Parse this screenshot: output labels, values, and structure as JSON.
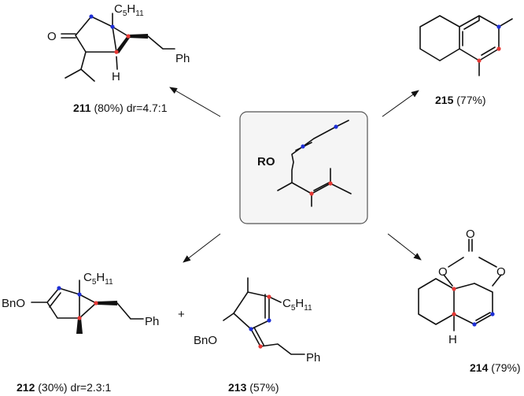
{
  "colors": {
    "red_atom": "#e53935",
    "blue_atom": "#1e2fd6",
    "ink": "#111111",
    "box_fill": "#f5f5f5",
    "box_stroke": "#555555"
  },
  "substrate": {
    "ro": "RO"
  },
  "cmpd211": {
    "o": "O",
    "c": "C",
    "c_sub": "5",
    "h11": "H",
    "h11_sub": "11",
    "h": "H",
    "ph": "Ph",
    "cap_num": "211",
    "cap_rest": " (80%) dr=4.7:1"
  },
  "cmpd215": {
    "cap_num": "215",
    "cap_rest": " (77%)"
  },
  "cmpd212": {
    "bno": "BnO",
    "c": "C",
    "c_sub": "5",
    "h11": "H",
    "h11_sub": "11",
    "ph": "Ph",
    "cap_num": "212",
    "cap_rest": " (30%) dr=2.3:1"
  },
  "plus": "+",
  "cmpd213": {
    "bno": "BnO",
    "c": "C",
    "c_sub": "5",
    "h11": "H",
    "h11_sub": "11",
    "ph": "Ph",
    "cap_num": "213",
    "cap_rest": " (57%)"
  },
  "cmpd214": {
    "o_top": "O",
    "o_left": "O",
    "o_right": "O",
    "h": "H",
    "cap_num": "214",
    "cap_rest": " (79%)"
  }
}
